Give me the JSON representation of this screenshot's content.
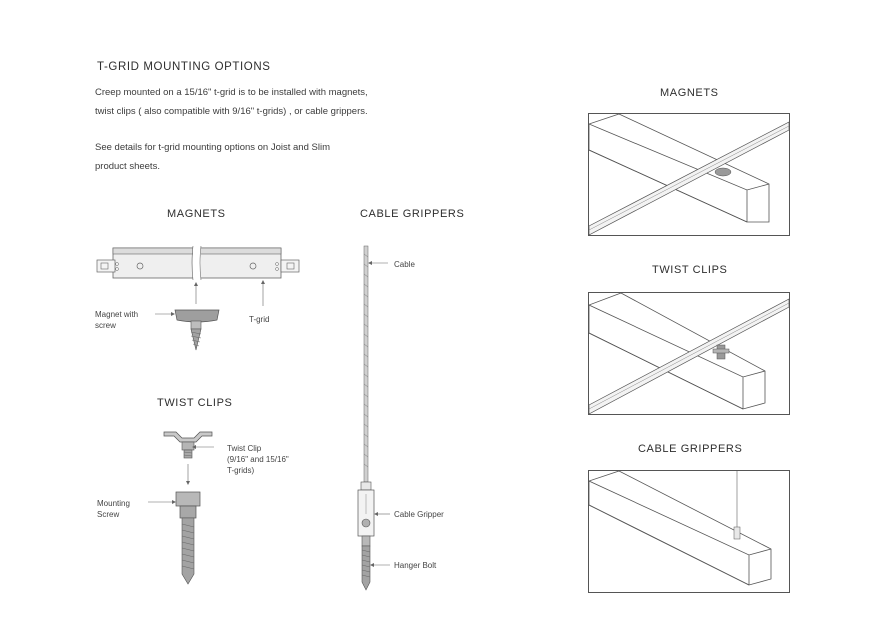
{
  "section": {
    "title": "T-GRID MOUNTING OPTIONS",
    "para1_line1": "Creep mounted on a 15/16\" t-grid is to be installed with magnets,",
    "para1_line2": "twist clips ( also compatible with 9/16\" t-grids)  , or cable grippers.",
    "para2_line1": "See details for t-grid mounting options on Joist and Slim",
    "para2_line2": "product sheets."
  },
  "magnets_detail": {
    "heading": "MAGNETS",
    "label_magnet_line1": "Magnet with",
    "label_magnet_line2": "screw",
    "label_tgrid": "T-grid"
  },
  "twist_detail": {
    "heading": "TWIST CLIPS",
    "label_clip_line1": "Twist Clip",
    "label_clip_line2": "(9/16\" and 15/16\"",
    "label_clip_line3": "T-grids)",
    "label_screw_line1": "Mounting",
    "label_screw_line2": "Screw"
  },
  "cable_detail": {
    "heading": "CABLE GRIPPERS",
    "label_cable": "Cable",
    "label_gripper": "Cable Gripper",
    "label_bolt": "Hanger Bolt"
  },
  "right_panels": {
    "magnets_heading": "MAGNETS",
    "twist_heading": "TWIST CLIPS",
    "cable_heading": "CABLE GRIPPERS"
  },
  "colors": {
    "line": "#555555",
    "metal": "#a8a8a8",
    "metal_light": "#e4e4e4"
  }
}
